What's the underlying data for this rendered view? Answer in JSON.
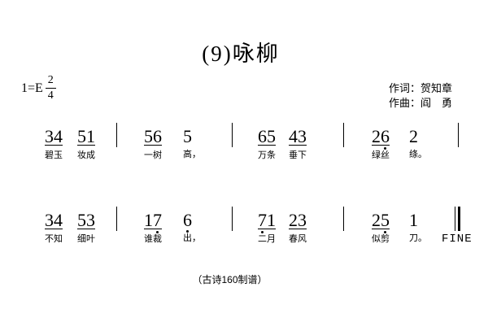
{
  "header": {
    "title": "(9)咏柳",
    "key_signature": "1=E",
    "time_signature": {
      "numerator": "2",
      "denominator": "4"
    },
    "credits": {
      "lyricist": "作词：贺知章",
      "composer": "作曲：阎　勇"
    }
  },
  "score": {
    "lines": [
      {
        "end_bar": "single",
        "end_label": "",
        "measures": [
          {
            "beats": [
              {
                "notes": "34",
                "underline": true,
                "low_dots": [],
                "lyric": "碧玉"
              },
              {
                "notes": "51",
                "underline": true,
                "low_dots": [],
                "lyric": "妆成"
              }
            ]
          },
          {
            "beats": [
              {
                "notes": "56",
                "underline": true,
                "low_dots": [],
                "lyric": "一树"
              },
              {
                "notes": "5",
                "underline": false,
                "low_dots": [],
                "lyric": "高，"
              }
            ]
          },
          {
            "beats": [
              {
                "notes": "65",
                "underline": true,
                "low_dots": [],
                "lyric": "万条"
              },
              {
                "notes": "43",
                "underline": true,
                "low_dots": [],
                "lyric": "垂下"
              }
            ]
          },
          {
            "beats": [
              {
                "notes": "26",
                "underline": true,
                "low_dots": [
                  1
                ],
                "lyric": "绿丝"
              },
              {
                "notes": "2",
                "underline": false,
                "low_dots": [],
                "lyric": "绦。"
              }
            ]
          }
        ]
      },
      {
        "end_bar": "final",
        "end_label": "FINE",
        "measures": [
          {
            "beats": [
              {
                "notes": "34",
                "underline": true,
                "low_dots": [],
                "lyric": "不知"
              },
              {
                "notes": "53",
                "underline": true,
                "low_dots": [],
                "lyric": "细叶"
              }
            ]
          },
          {
            "beats": [
              {
                "notes": "17",
                "underline": true,
                "low_dots": [
                  1
                ],
                "lyric": "谁裁"
              },
              {
                "notes": "6",
                "underline": false,
                "low_dots": [
                  0
                ],
                "lyric": "出，"
              }
            ]
          },
          {
            "beats": [
              {
                "notes": "71",
                "underline": true,
                "low_dots": [
                  0
                ],
                "lyric": "二月"
              },
              {
                "notes": "23",
                "underline": true,
                "low_dots": [],
                "lyric": "春风"
              }
            ]
          },
          {
            "beats": [
              {
                "notes": "25",
                "underline": true,
                "low_dots": [
                  1
                ],
                "lyric": "似剪"
              },
              {
                "notes": "1",
                "underline": false,
                "low_dots": [],
                "lyric": "刀。"
              }
            ]
          }
        ]
      }
    ]
  },
  "footer": {
    "credit_note": "（古诗160制谱）"
  },
  "colors": {
    "ink": "#000000",
    "background": "#ffffff"
  }
}
